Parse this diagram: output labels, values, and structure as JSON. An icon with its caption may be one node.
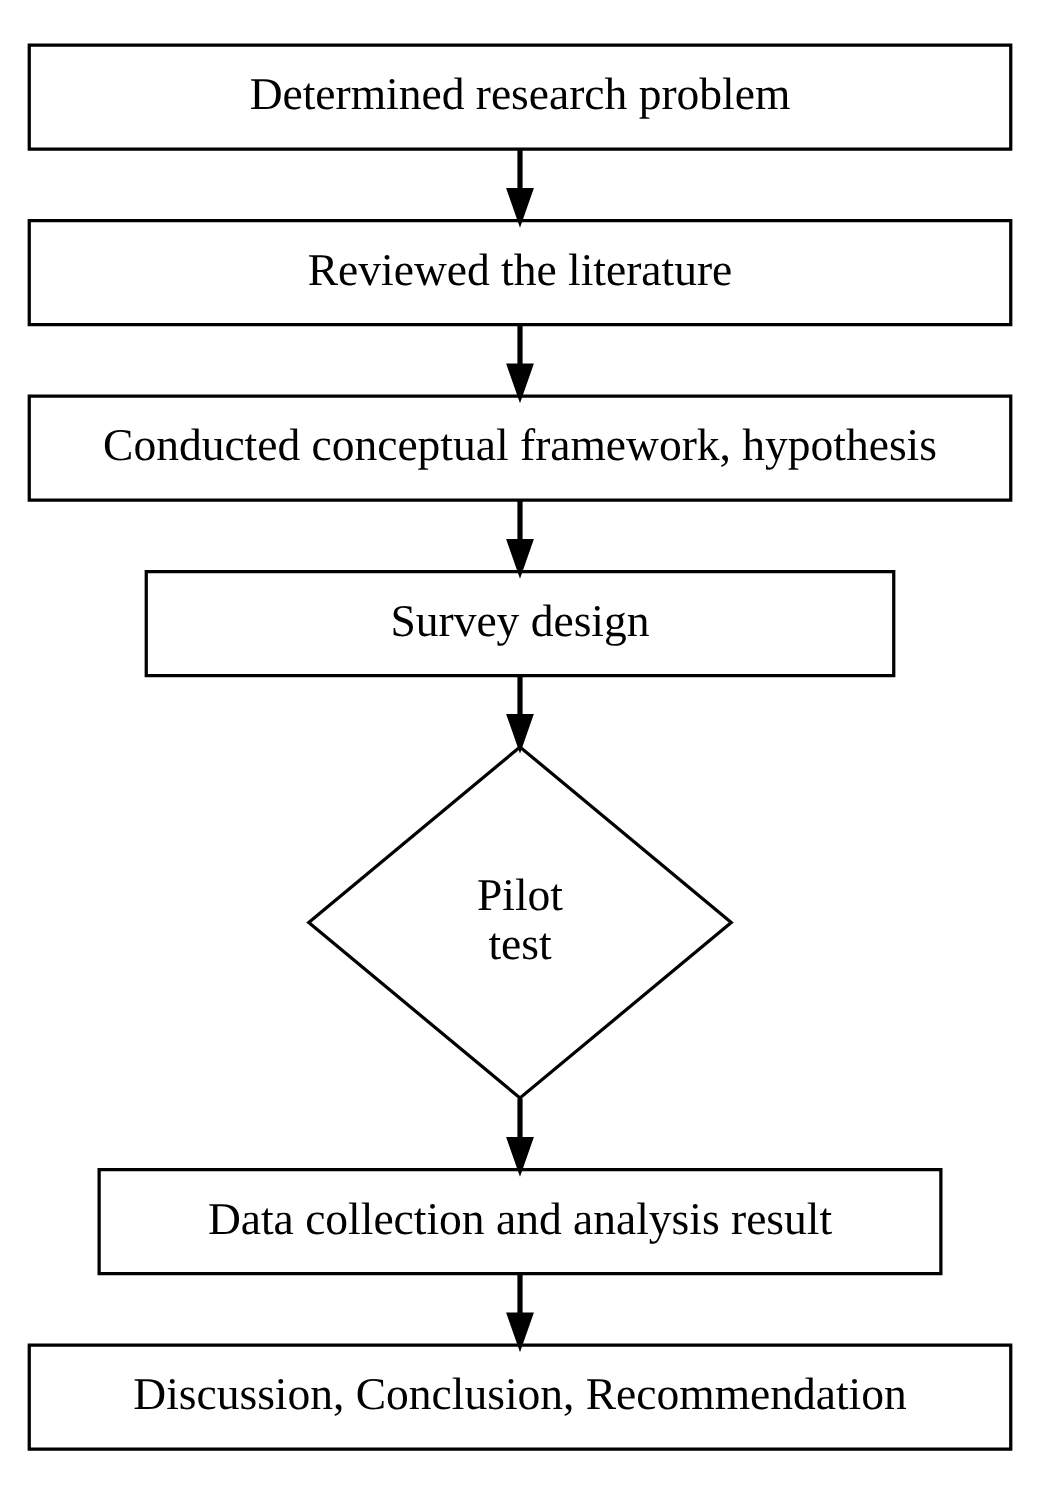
{
  "diagram": {
    "nodes": [
      {
        "text": [
          "Determined research problem"
        ]
      },
      {
        "text": [
          "Reviewed the literature"
        ]
      },
      {
        "text": [
          "Conducted conceptual framework, hypothesis"
        ]
      },
      {
        "text": [
          "Survey design"
        ]
      },
      {
        "text": [
          "Pilot test"
        ]
      },
      {
        "text": [
          "Data collection and analysis result"
        ]
      },
      {
        "text": [
          "Discussion, Conclusion, Recommendation"
        ]
      }
    ],
    "edges": [
      {
        "from": 0,
        "to": 1,
        "arrow": "to"
      },
      {
        "from": 1,
        "to": 2,
        "arrow": "to"
      },
      {
        "from": 2,
        "to": 3,
        "arrow": "to"
      },
      {
        "from": 3,
        "to": 4,
        "arrow": "to"
      },
      {
        "from": 4,
        "to": 5,
        "arrow": "to"
      },
      {
        "from": 5,
        "to": 6,
        "arrow": "to"
      }
    ]
  }
}
